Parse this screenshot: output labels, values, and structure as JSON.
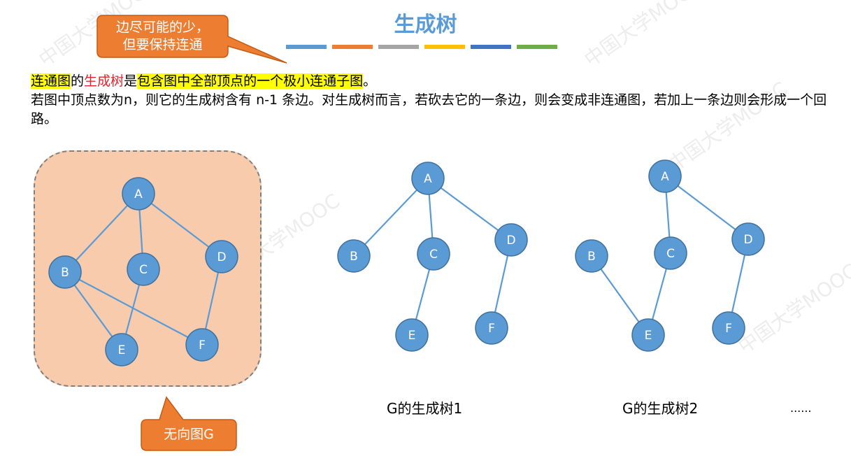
{
  "title": "生成树",
  "color_bar": [
    "#5b9bd5",
    "#ed7d31",
    "#a5a5a5",
    "#ffc000",
    "#4472c4",
    "#70ad47"
  ],
  "callout_top": {
    "line1": "边尽可能的少，",
    "line2": "但要保持连通"
  },
  "paragraph": {
    "part1": "连通图",
    "part2": "的",
    "part3": "生成树",
    "part4": "是",
    "part5": "包含图中全部顶点的一个极小连通子图",
    "part6": "。",
    "line2": "若图中顶点数为n，则它的生成树含有 n-1 条边。对生成树而言，若砍去它的一条边，则会变成非连通图，若加上一条边则会形成一个回路。"
  },
  "callout_bottom": "无向图G",
  "captions": {
    "tree1": "G的生成树1",
    "tree2": "G的生成树2",
    "ellipsis": "......"
  },
  "node_color": "#5b9bd5",
  "edge_color": "#5b9bd5",
  "callout_color": "#ed7d31",
  "graphs": [
    {
      "name": "graph-G",
      "nodes": [
        "A",
        "B",
        "C",
        "D",
        "E",
        "F"
      ],
      "edges": [
        [
          "A",
          "B"
        ],
        [
          "A",
          "C"
        ],
        [
          "A",
          "D"
        ],
        [
          "B",
          "E"
        ],
        [
          "B",
          "F"
        ],
        [
          "C",
          "E"
        ],
        [
          "D",
          "F"
        ]
      ]
    },
    {
      "name": "tree-1",
      "nodes": [
        "A",
        "B",
        "C",
        "D",
        "E",
        "F"
      ],
      "edges": [
        [
          "A",
          "B"
        ],
        [
          "A",
          "C"
        ],
        [
          "A",
          "D"
        ],
        [
          "C",
          "E"
        ],
        [
          "D",
          "F"
        ]
      ]
    },
    {
      "name": "tree-2",
      "nodes": [
        "A",
        "B",
        "C",
        "D",
        "E",
        "F"
      ],
      "edges": [
        [
          "A",
          "C"
        ],
        [
          "A",
          "D"
        ],
        [
          "B",
          "E"
        ],
        [
          "C",
          "E"
        ],
        [
          "D",
          "F"
        ]
      ]
    }
  ]
}
